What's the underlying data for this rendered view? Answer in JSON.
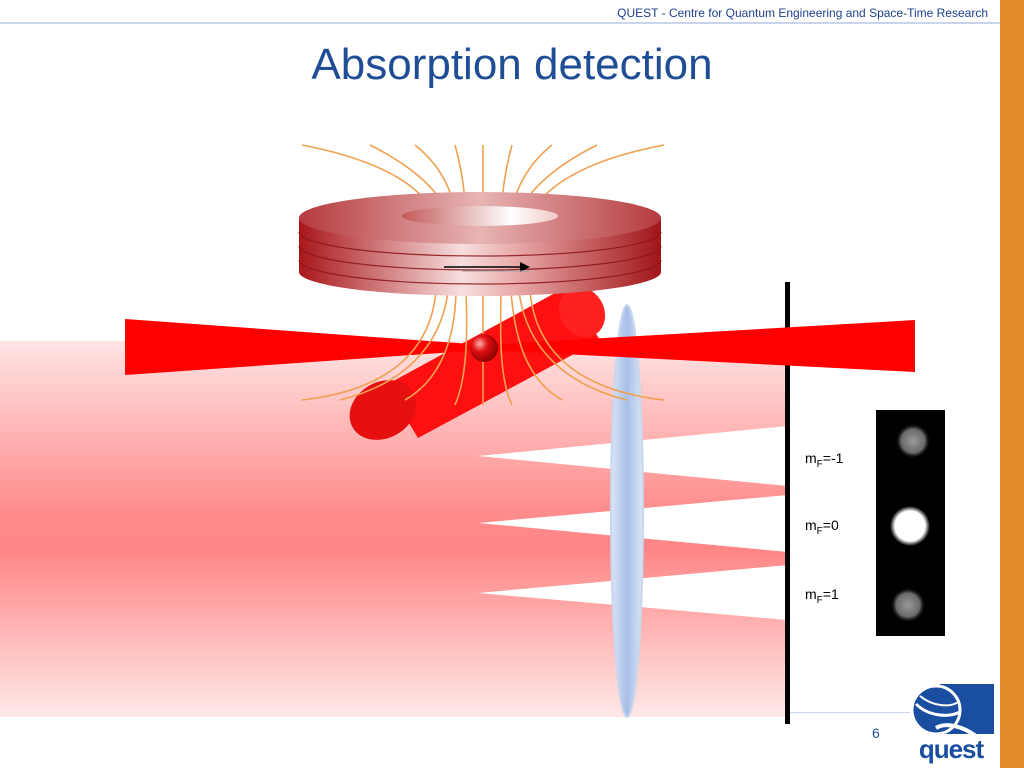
{
  "header": {
    "institute": "QUEST - Centre for Quantum Engineering and Space-Time Research"
  },
  "slide": {
    "title": "Absorption detection",
    "number": "6"
  },
  "labels": [
    {
      "sym": "m",
      "sub": "F",
      "val": "=-1"
    },
    {
      "sym": "m",
      "sub": "F",
      "val": "=0"
    },
    {
      "sym": "m",
      "sub": "F",
      "val": "=1"
    }
  ],
  "logo": {
    "text": "quest"
  },
  "colors": {
    "accent": "#e08a2c",
    "title": "#1f4e96",
    "beam": "#ff0000",
    "coil": "#b81f1f",
    "field_lines": "#f0a050"
  },
  "icons": [
    "quest-logo-icon"
  ]
}
